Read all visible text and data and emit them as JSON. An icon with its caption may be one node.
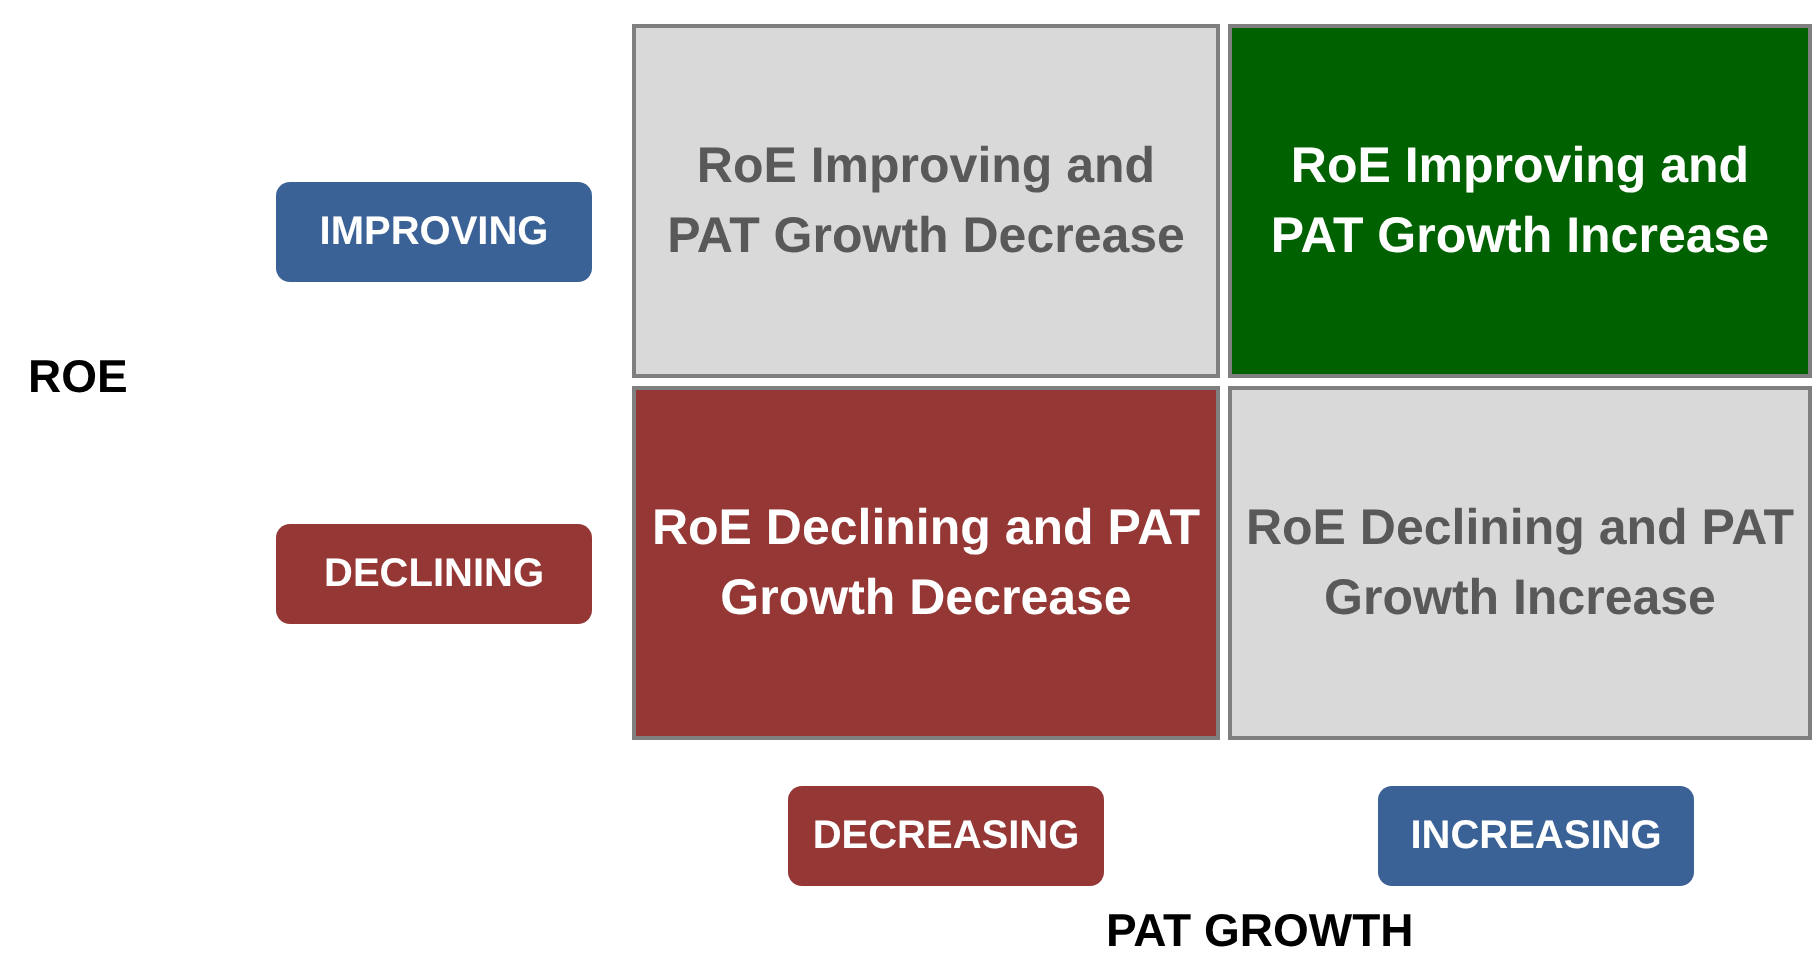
{
  "diagram": {
    "nodes": [
      {
        "text": [
          "IMPROVING"
        ]
      },
      {
        "text": [
          "RoE Improving and PAT Growth Decrease"
        ]
      },
      {
        "text": [
          "RoE Improving and PAT Growth Increase"
        ]
      },
      {
        "text": [
          "DECLINING"
        ]
      },
      {
        "text": [
          "RoE Declining and PAT Growth Decrease"
        ]
      },
      {
        "text": [
          "RoE Declining and PAT Growth Increase"
        ]
      },
      {
        "text": [
          "DECREASING"
        ]
      },
      {
        "text": [
          "INCREASING"
        ]
      }
    ],
    "edges": [],
    "labels": [
      "ROE",
      "PAT GROWTH"
    ]
  }
}
